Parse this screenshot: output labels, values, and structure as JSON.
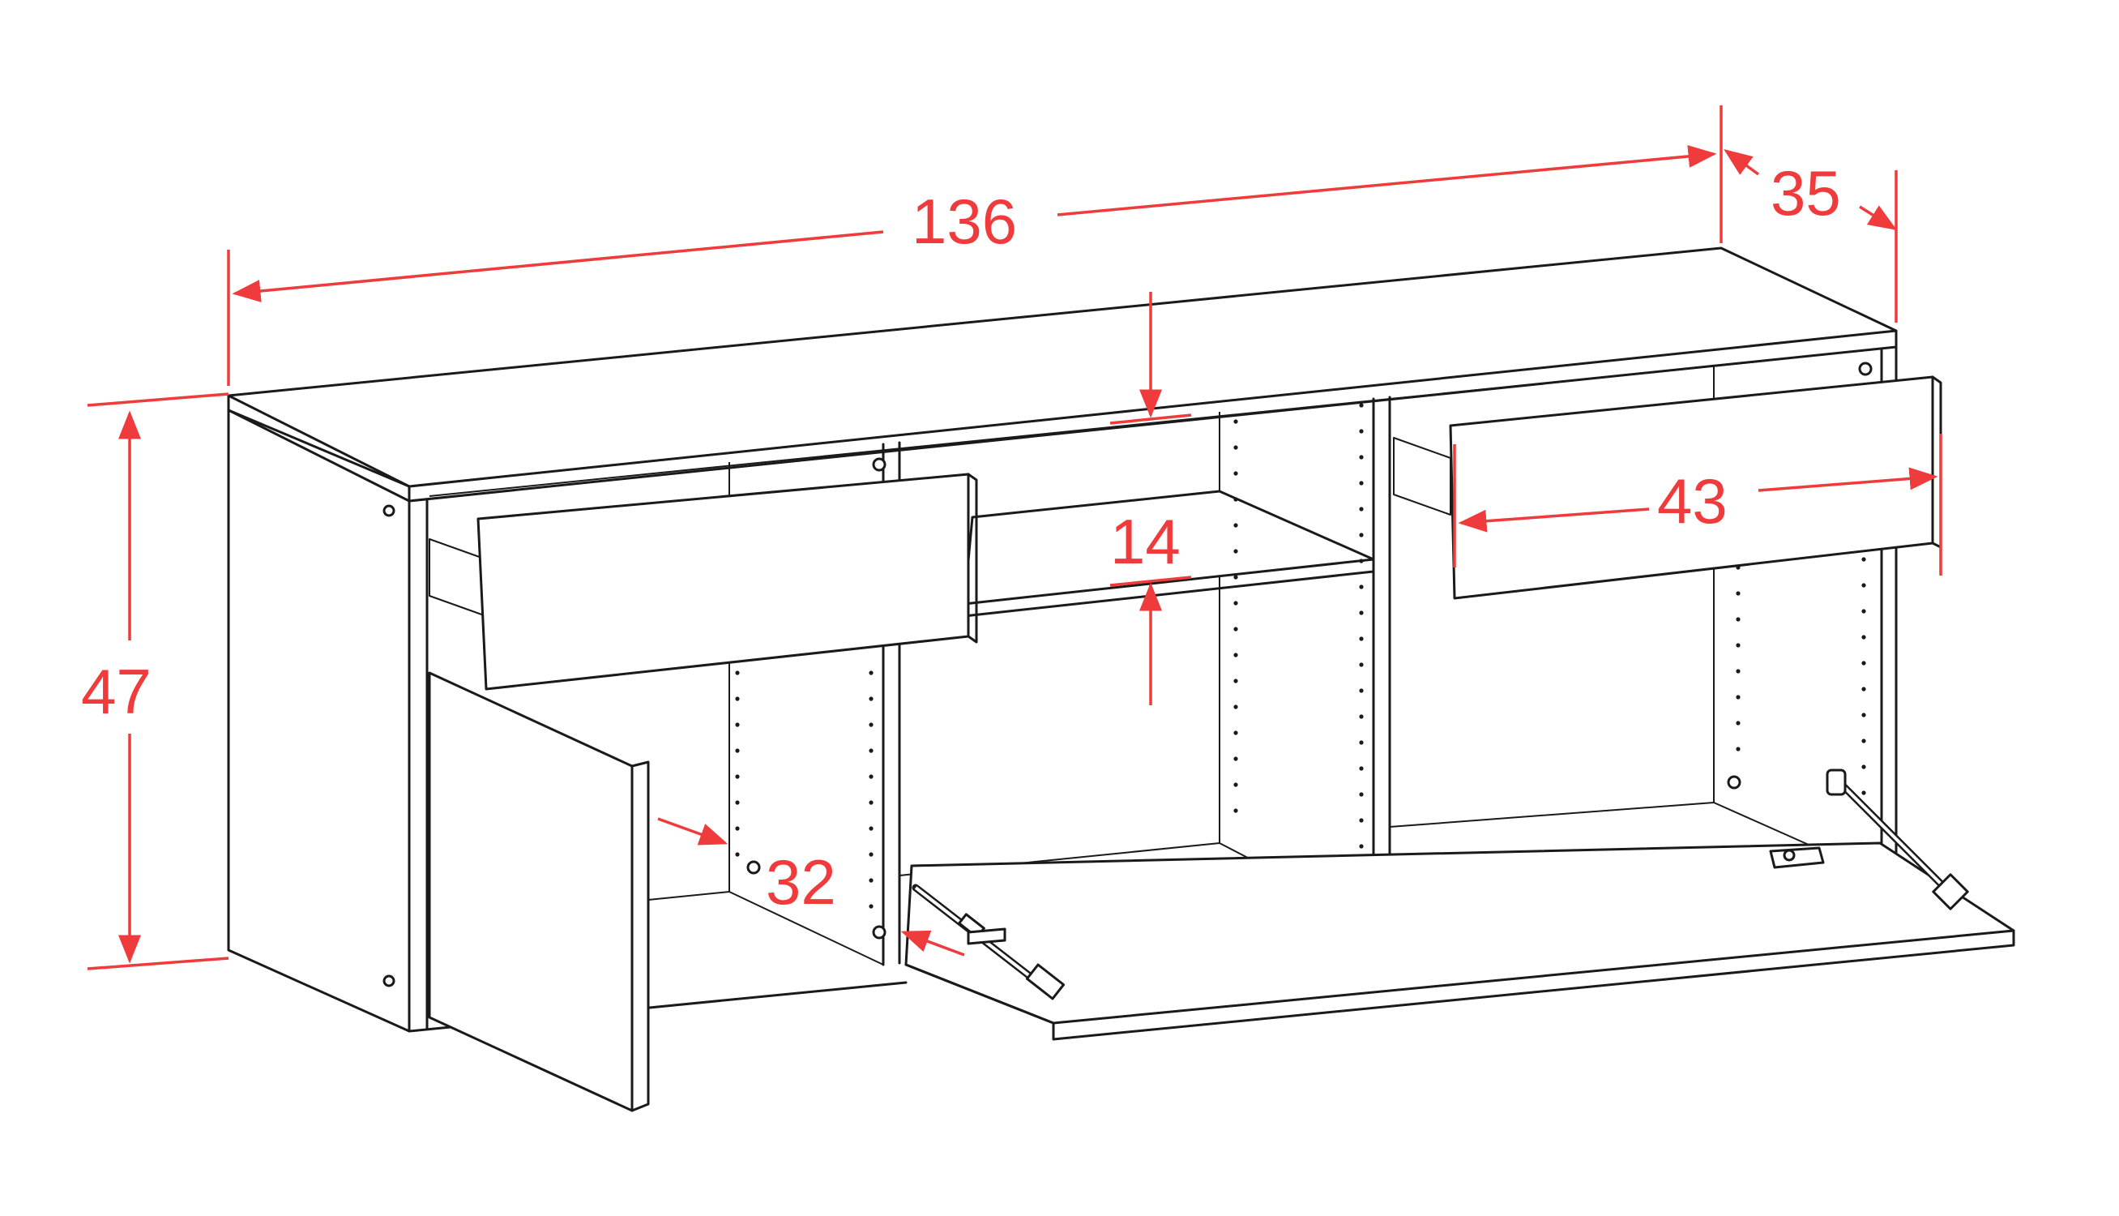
{
  "dimension_color": "#ef3b3b",
  "line_color": "#1a1a1a",
  "dimensions": {
    "width": "136",
    "depth": "35",
    "height": "47",
    "shelf_gap": "14",
    "drawer_width": "43",
    "inner_depth": "32"
  },
  "icons": [
    "arrowhead-icon",
    "gas-strut-icon",
    "hinge-icon",
    "screw-icon"
  ]
}
